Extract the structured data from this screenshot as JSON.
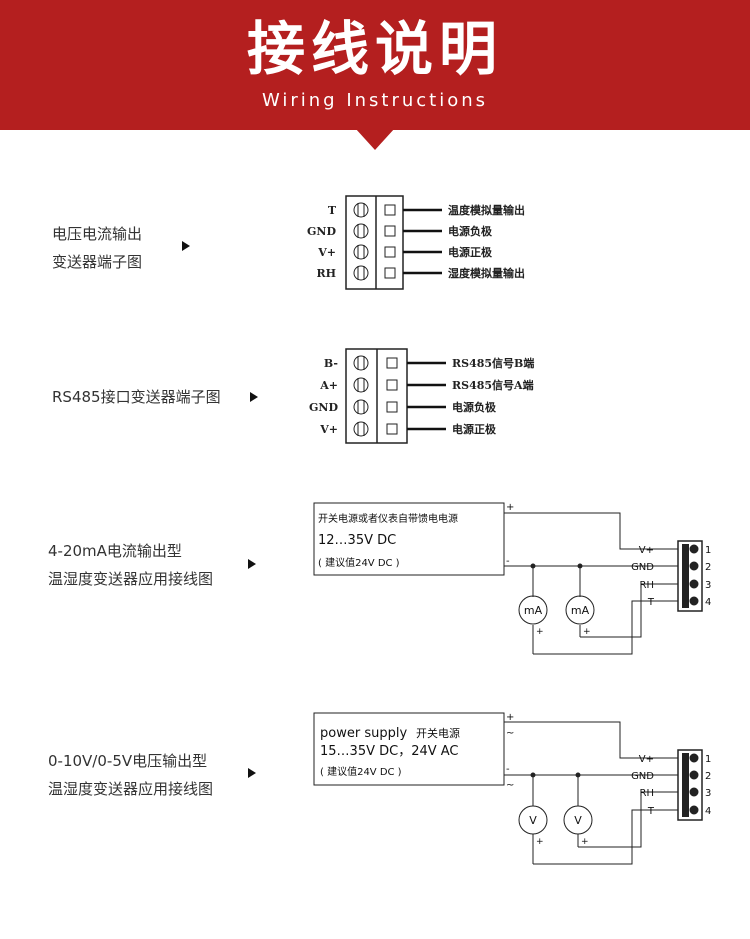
{
  "header": {
    "title": "接线说明",
    "subtitle": "Wiring Instructions",
    "color": "#b41f1f"
  },
  "sections": [
    {
      "line1": "电压电流输出",
      "line2": "变送器端子图",
      "pins": [
        "T",
        "GND",
        "V+",
        "RH"
      ],
      "signals": [
        "温度模拟量输出",
        "电源负极",
        "电源正极",
        "湿度模拟量输出"
      ]
    },
    {
      "line1": "RS485接口变送器端子图",
      "line2": "",
      "pins": [
        "B-",
        "A+",
        "GND",
        "V+"
      ],
      "signals": [
        "RS485信号B端",
        "RS485信号A端",
        "电源负极",
        "电源正极"
      ]
    },
    {
      "line1": "4-20mA电流输出型",
      "line2": "温湿度变送器应用接线图",
      "supply": {
        "l1a": "开关电源或者仪表自带馈电电源",
        "l1b": "",
        "l2": "12…35V DC",
        "l3": "( 建议值24V DC )"
      },
      "meter": "mA",
      "term_labels": [
        "V+",
        "GND",
        "RH",
        "T"
      ],
      "term_nums": [
        "1",
        "2",
        "3",
        "4"
      ],
      "plus": "+",
      "minus": "-"
    },
    {
      "line1": "0-10V/0-5V电压输出型",
      "line2": "温湿度变送器应用接线图",
      "supply": {
        "l1a": "power supply",
        "l1b": "开关电源",
        "l2": "15…35V DC，24V  AC",
        "l3": "( 建议值24V DC )"
      },
      "meter": "V",
      "term_labels": [
        "V+",
        "GND",
        "RH",
        "T"
      ],
      "term_nums": [
        "1",
        "2",
        "3",
        "4"
      ],
      "plus": "+",
      "minus": "-",
      "ac": "~"
    }
  ]
}
